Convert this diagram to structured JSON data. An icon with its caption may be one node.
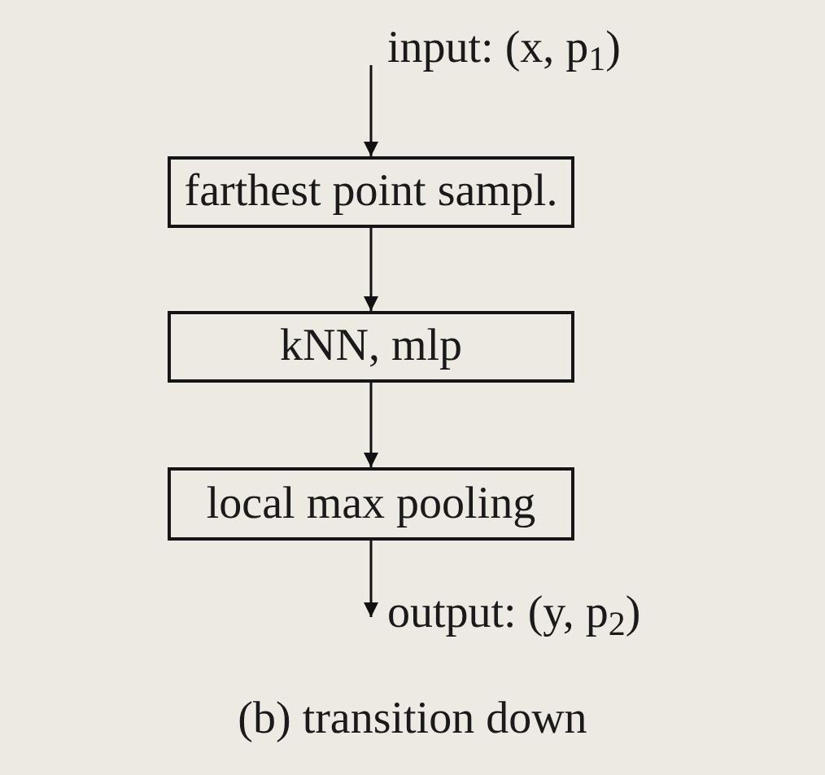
{
  "diagram": {
    "caption": "(b) transition down",
    "nodes": [
      {
        "text": [
          "input: (x, p$_{1}$)"
        ]
      },
      {
        "text": [
          "farthest point sampl."
        ]
      },
      {
        "text": [
          "kNN, mlp"
        ]
      },
      {
        "text": [
          "local max pooling"
        ]
      },
      {
        "text": [
          "output: (y, p$_{2}$)"
        ]
      }
    ],
    "edges": [
      {
        "from": 0,
        "to": 1,
        "arrow": "to"
      },
      {
        "from": 1,
        "to": 2,
        "arrow": "to"
      },
      {
        "from": 2,
        "to": 3,
        "arrow": "to"
      },
      {
        "from": 3,
        "to": 4,
        "arrow": "to"
      }
    ]
  }
}
